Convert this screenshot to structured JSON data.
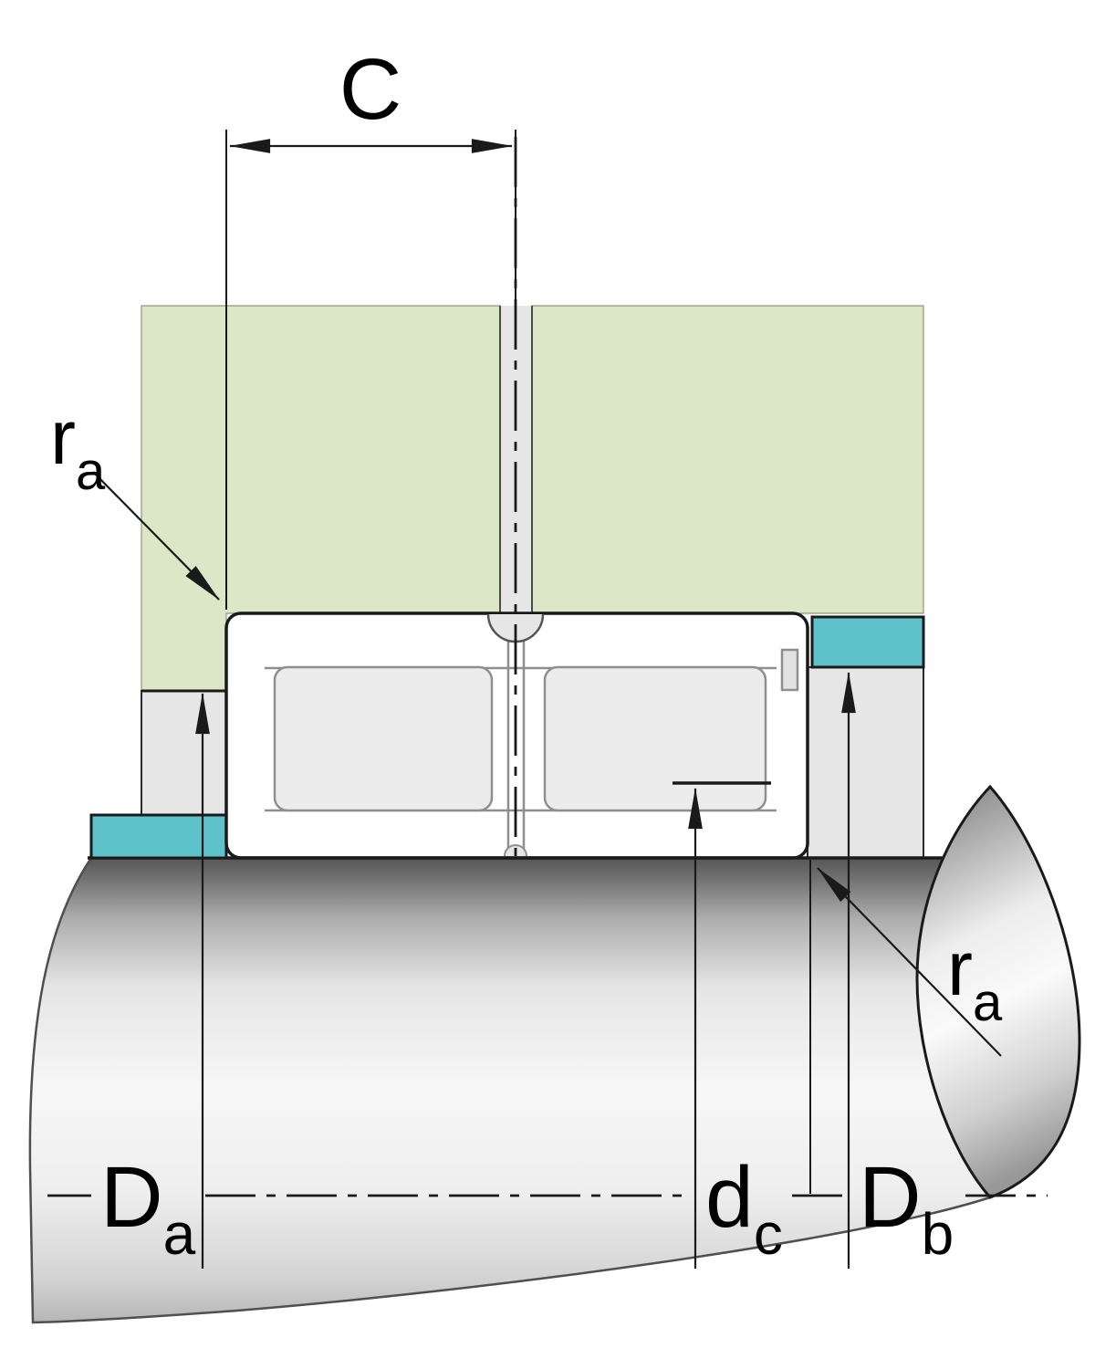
{
  "figure": {
    "type": "technical-drawing",
    "description": "Bearing mounting cross-section with abutment and fitting dimensions",
    "colors": {
      "housing": "#dbe7c6",
      "retaining_ring": "#5ec2ca",
      "component_fill": "#ececec",
      "recess_fill": "#e6e6e6",
      "inner_line": "#8f8f8f",
      "outline": "#1a1a1a",
      "shaft_dark": "#565656",
      "shaft_light": "#f7f7f7"
    },
    "dimensions": {
      "c": {
        "label": "C"
      },
      "ra_top": {
        "base": "r",
        "sub": "a"
      },
      "ra_bottom": {
        "base": "r",
        "sub": "a"
      },
      "da": {
        "base": "D",
        "sub": "a"
      },
      "dc": {
        "base": "d",
        "sub": "c"
      },
      "db": {
        "base": "D",
        "sub": "b"
      }
    }
  }
}
